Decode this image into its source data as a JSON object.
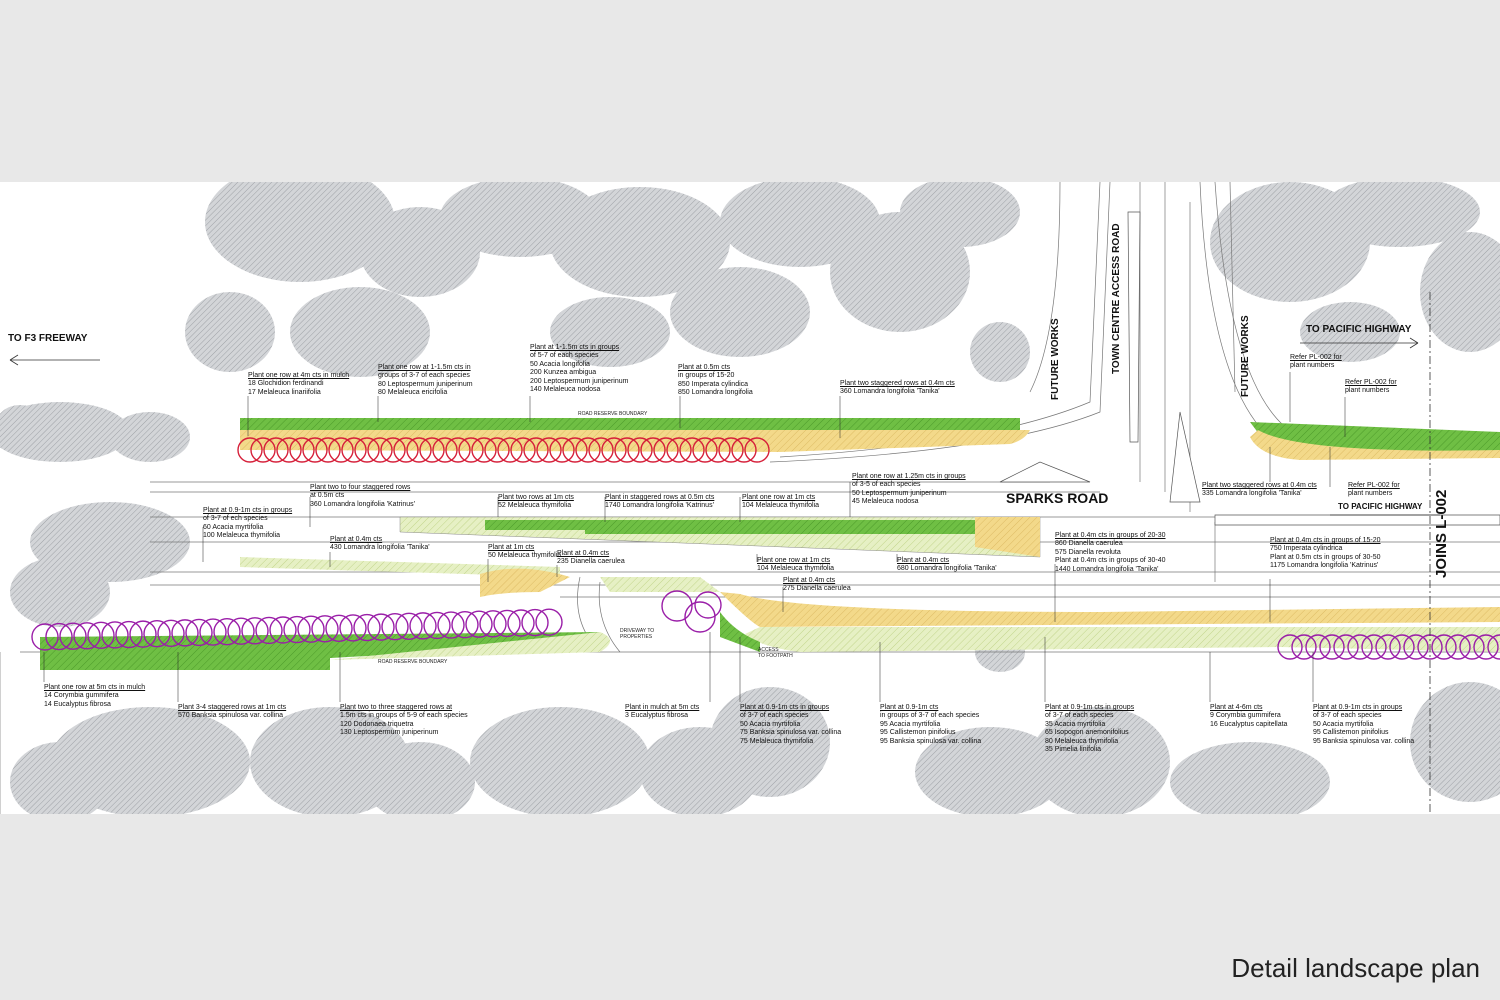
{
  "caption": "Detail landscape plan",
  "labels": {
    "to_f3": "TO F3 FREEWAY",
    "to_pacific": "TO PACIFIC HIGHWAY",
    "to_pacific_road": "TO PACIFIC HIGHWAY",
    "sparks": "SPARKS ROAD",
    "future_works_1": "FUTURE WORKS",
    "future_works_2": "FUTURE WORKS",
    "town_centre": "TOWN CENTRE ACCESS ROAD",
    "joins": "JOINS L-002",
    "road_reserve_top": "ROAD RESERVE BOUNDARY",
    "road_reserve_bottom": "ROAD RESERVE BOUNDARY",
    "driveway": [
      "DRIVEWAY TO",
      "PROPERTIES"
    ],
    "access": [
      "ACCESS",
      "TO FOOTPATH"
    ]
  },
  "notes": [
    {
      "id": "n1",
      "lines": [
        "Plant one row at 4m cts in mulch",
        "18 Glochidion ferdinandi",
        "17 Melaleuca linariifolia"
      ]
    },
    {
      "id": "n2",
      "lines": [
        "Plant one row at 1-1.5m cts in",
        "groups of 3-7 of each species",
        "80 Leptospermum juniperinum",
        "80 Melaleuca ericifolia"
      ]
    },
    {
      "id": "n3",
      "lines": [
        "Plant at 1-1.5m cts in groups",
        "of 5-7 of each species",
        "50 Acacia longifolia",
        "200 Kunzea ambigua",
        "200 Leptospermum juniperinum",
        "140 Melaleuca nodosa"
      ]
    },
    {
      "id": "n4",
      "lines": [
        "Plant at 0.5m cts",
        "in groups of 15-20",
        "850 Imperata cylindica",
        "850 Lomandra longifolia"
      ]
    },
    {
      "id": "n5",
      "lines": [
        "Plant two staggered rows at 0.4m cts",
        "360 Lomandra longifolia 'Tanika'"
      ]
    },
    {
      "id": "n6",
      "lines": [
        "Refer PL-002 for",
        "plant numbers"
      ]
    },
    {
      "id": "n7",
      "lines": [
        "Refer PL-002 for",
        "plant numbers"
      ]
    },
    {
      "id": "n8",
      "lines": [
        "Plant two staggered rows at 0.4m cts",
        "335 Lomandra longifolia 'Tanika'"
      ]
    },
    {
      "id": "n9",
      "lines": [
        "Refer PL-002 for",
        "plant numbers"
      ]
    },
    {
      "id": "n10",
      "lines": [
        "Plant two to four staggered rows",
        "at 0.5m cts",
        "360 Lomandra longifolia 'Katrinus'"
      ]
    },
    {
      "id": "n11",
      "lines": [
        "Plant two rows at 1m cts",
        "52 Melaleuca thymifolia"
      ]
    },
    {
      "id": "n12",
      "lines": [
        "Plant in staggered rows at 0.5m cts",
        "1740 Lomandra longifolia 'Katrinus'"
      ]
    },
    {
      "id": "n13",
      "lines": [
        "Plant one row at 1m cts",
        "104 Melaleuca thymifolia"
      ]
    },
    {
      "id": "n14",
      "lines": [
        "Plant one row at 1.25m cts in groups",
        "of 3-5 of each species",
        "50 Leptospermum juniperinum",
        "45 Melaleuca nodosa"
      ]
    },
    {
      "id": "n15",
      "lines": [
        "Plant at 0.9-1m cts in groups",
        "of 3-7 of ech species",
        "60 Acacia myrtifolia",
        "100 Melaleuca thymifolia"
      ]
    },
    {
      "id": "n16",
      "lines": [
        "Plant at 0.4m cts",
        "430 Lomandra longifolia 'Tanika'"
      ]
    },
    {
      "id": "n17",
      "lines": [
        "Plant at 1m cts",
        "50 Melaleuca thymifolia"
      ]
    },
    {
      "id": "n18",
      "lines": [
        "Plant at 0.4m cts",
        "235 Dianella caerulea"
      ]
    },
    {
      "id": "n19",
      "lines": [
        "Plant one row at 1m cts",
        "104 Melaleuca thymifolia"
      ]
    },
    {
      "id": "n20",
      "lines": [
        "Plant at 0.4m cts",
        "680 Lomandra longifolia 'Tanika'"
      ]
    },
    {
      "id": "n21",
      "lines": [
        "Plant at 0.4m cts",
        "275 Dianella caerulea"
      ]
    },
    {
      "id": "n22",
      "lines": [
        "Plant at 0.4m cts in groups of  20-30",
        "860 Dianella caerulea",
        "575 Dianella revoluta",
        "Plant at 0.4m cts in groups of  30-40",
        "1440 Lomandra longifolia 'Tanika'"
      ]
    },
    {
      "id": "n23",
      "lines": [
        "Plant at 0.4m cts in groups of  15-20",
        "750 Imperata cylindrica",
        "Plant at 0.5m cts in groups of  30-50",
        "1175 Lomandra longifolia 'Katrinus'"
      ]
    },
    {
      "id": "n24",
      "lines": [
        "Plant one row at 5m cts in mulch",
        "14 Corymbia gummifera",
        "14 Eucalyptus fibrosa"
      ]
    },
    {
      "id": "n25",
      "lines": [
        "Plant  3-4 staggered rows at 1m cts",
        "570 Banksia spinulosa var. collina"
      ]
    },
    {
      "id": "n26",
      "lines": [
        "Plant two to three staggered rows  at",
        "1.5m cts in groups of 5-9 of each species",
        "120 Dodonaea triquetra",
        "130 Leptospermum juniperinum"
      ]
    },
    {
      "id": "n27",
      "lines": [
        "Plant in mulch at 5m cts",
        "3 Eucalyptus fibrosa"
      ]
    },
    {
      "id": "n28",
      "lines": [
        "Plant at 0.9-1m cts in groups",
        "of 3-7 of each species",
        "50 Acacia myrtifolia",
        "75 Banksia spinulosa var. collina",
        "75 Melaleuca thymifolia"
      ]
    },
    {
      "id": "n29",
      "lines": [
        "Plant at 0.9-1m cts",
        "in groups of 3-7 of each species",
        "95 Acacia myrtifolia",
        "95 Callistemon pinifolius",
        "95 Banksia spinulosa var. collina"
      ]
    },
    {
      "id": "n30",
      "lines": [
        "Plant at 0.9-1m cts in groups",
        "of 3-7 of each species",
        "35 Acacia myrtifolia",
        "65 Isopogon anemonifolius",
        "80 Melaleuca thymifolia",
        "35 Pimelia linifolia"
      ]
    },
    {
      "id": "n31",
      "lines": [
        "Plant at 4-6m cts",
        "9 Corymbia gummifera",
        "16 Eucalyptus capitellata"
      ]
    },
    {
      "id": "n32",
      "lines": [
        "Plant at 0.9-1m cts in groups",
        "of 3-7 of each species",
        "50 Acacia myrtifolia",
        "95 Callistemon pinifolius",
        "95 Banksia spinulosa var. collina"
      ]
    }
  ],
  "colors": {
    "green": "#6fbf44",
    "yellow": "#f3d98a",
    "light_green": "#dcebb2",
    "tree_red": "#d6203a",
    "tree_purple": "#9a1ea8",
    "vegetation_grey": "#c9cbcf"
  }
}
